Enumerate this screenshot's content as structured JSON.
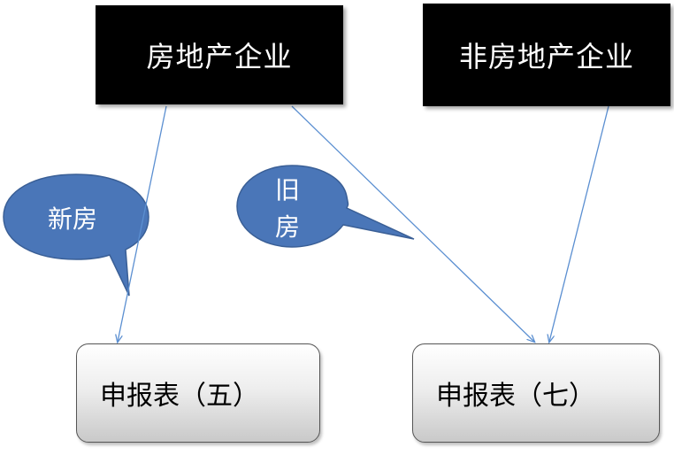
{
  "nodes": {
    "real_estate_company": "房地产企业",
    "non_real_estate_company": "非房地产企业",
    "report_form_5": "申报表（五）",
    "report_form_7": "申报表（七）"
  },
  "callouts": {
    "new_house": "新房",
    "old_house_line1": "旧",
    "old_house_line2": "房"
  },
  "colors": {
    "box_fill": "#000000",
    "box_text": "#ffffff",
    "callout_fill": "#4a76b8",
    "callout_stroke": "#3a5f96",
    "arrow": "#5b8fd1"
  }
}
